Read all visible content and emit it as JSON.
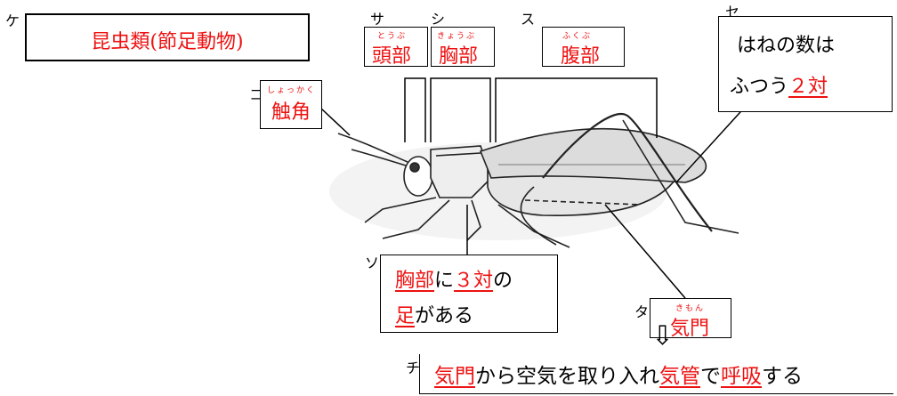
{
  "marks": {
    "ke": "ケ",
    "ko": "コ",
    "sa": "サ",
    "shi": "シ",
    "su": "ス",
    "se": "セ",
    "so": "ソ",
    "ta": "タ",
    "chi": "チ"
  },
  "title_box": {
    "text": "昆虫類(節足動物)"
  },
  "antenna": {
    "ruby": "しょっかく",
    "label": "触角"
  },
  "head": {
    "ruby": "とうぶ",
    "label": "頭部"
  },
  "thorax": {
    "ruby": "きょうぶ",
    "label": "胸部"
  },
  "abdomen": {
    "ruby": "ふくぶ",
    "label": "腹部"
  },
  "wings": {
    "line1": "はねの数は",
    "line2_pre": "ふつう",
    "count": "２対"
  },
  "legs": {
    "part": "胸部",
    "mid": "に",
    "count": "３対",
    "post": "の",
    "line2_ul": "足",
    "line2_post": "がある"
  },
  "spiracle": {
    "ruby": "きもん",
    "label": "気門"
  },
  "arrow": "⇩",
  "breathing": {
    "w1": "気門",
    "t1": "から空気を取り入れ",
    "w2": "気管",
    "t2": "で",
    "w3": "呼吸",
    "t3": "する"
  }
}
